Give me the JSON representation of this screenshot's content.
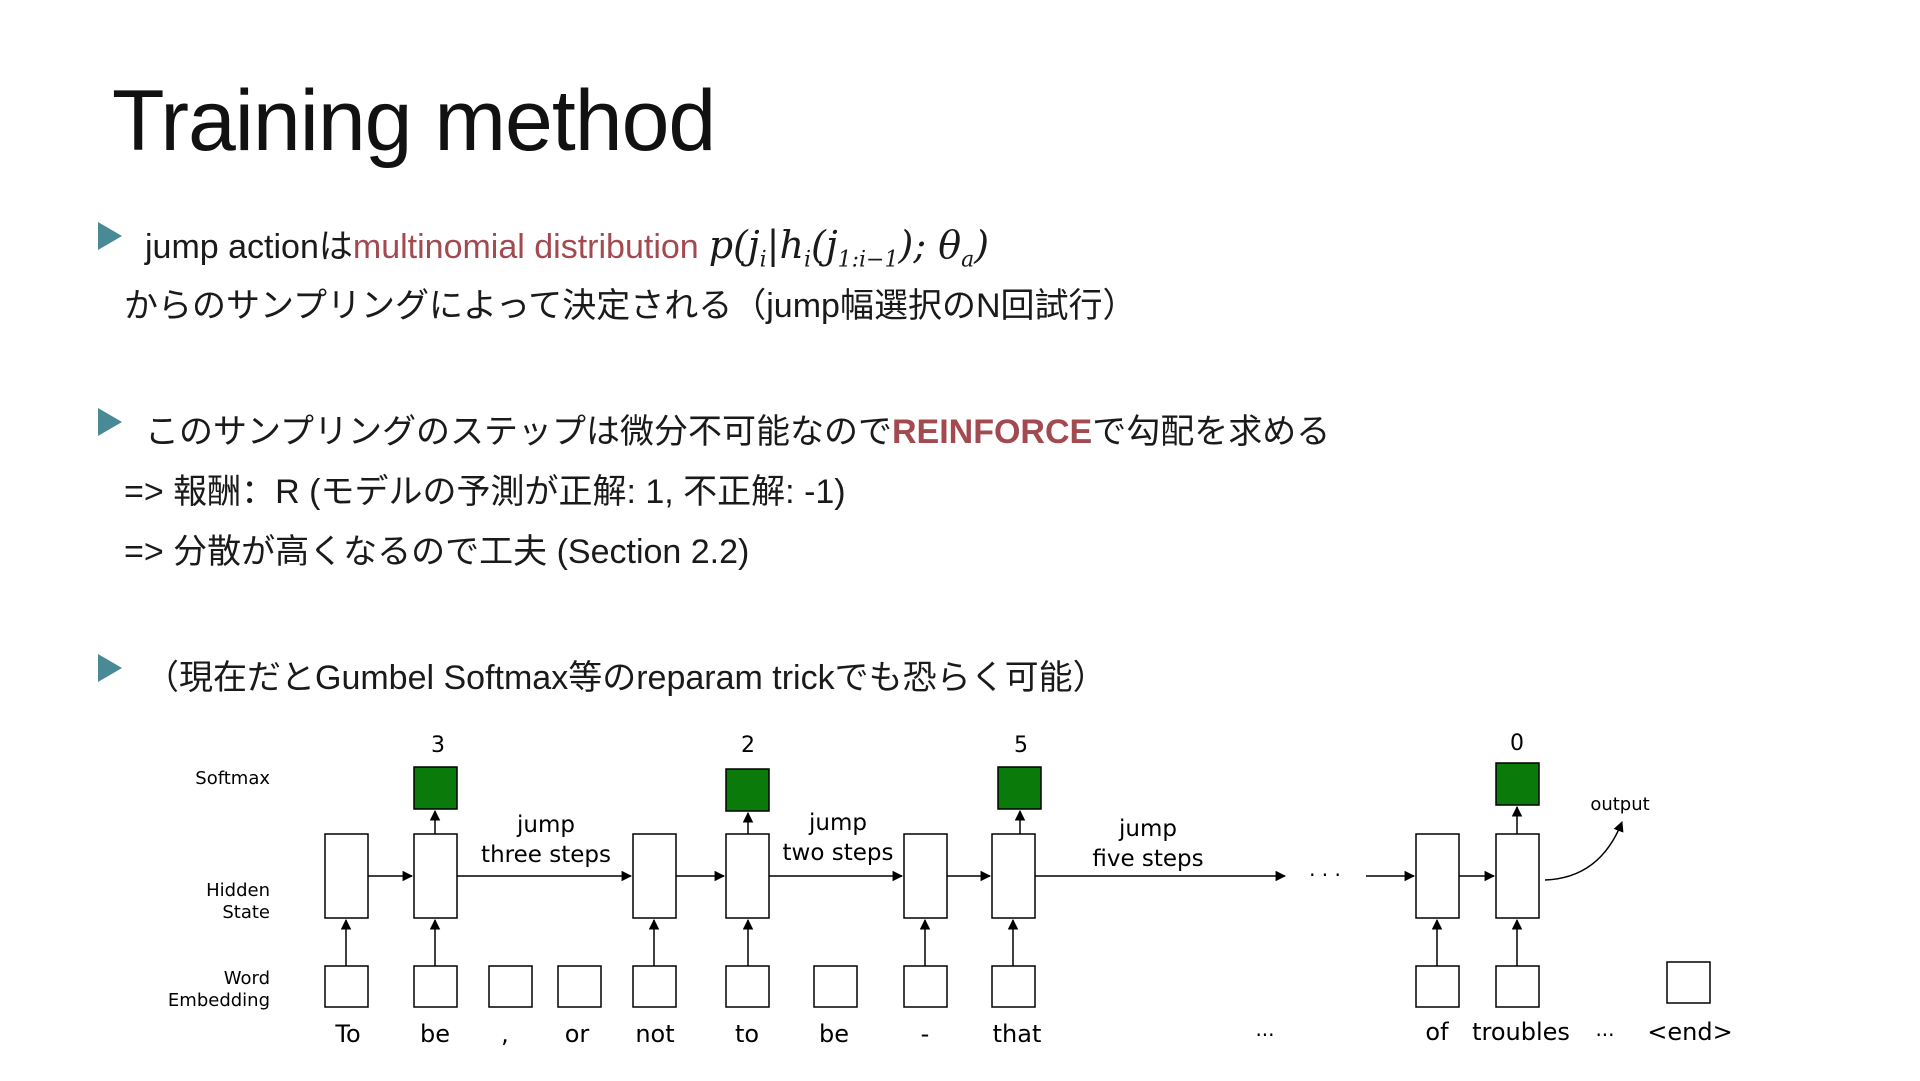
{
  "title": "Training method",
  "bullets": [
    {
      "line1_prefix": "jump actionは",
      "line1_highlight": "multinomial distribution",
      "formula": {
        "p": "p(j",
        "i1": "i",
        "mid": "|h",
        "i2": "i",
        "open": "(j",
        "range": "1:i−1",
        "close": "); θ",
        "a": "a",
        "end": ")"
      },
      "line2": "からのサンプリングによって決定される（jump幅選択のN回試行）"
    },
    {
      "line1_prefix": "このサンプリングのステップは微分不可能なので",
      "line1_highlight": "REINFORCE",
      "line1_suffix": "で勾配を求める",
      "sub1": "=> 報酬：R (モデルの予測が正解: 1, 不正解: -1)",
      "sub2": "=> 分散が高くなるので工夫 (Section 2.2)"
    },
    {
      "line1": "（現在だとGumbel Softmax等のreparam trickでも恐らく可能）"
    }
  ],
  "diagram": {
    "row_labels": {
      "softmax": "Softmax",
      "hidden1": "Hidden",
      "hidden2": "State",
      "word1": "Word",
      "word2": "Embedding"
    },
    "softmax_outputs": [
      "3",
      "2",
      "5",
      "0"
    ],
    "jump_labels": [
      {
        "top": "jump",
        "bottom": "three steps"
      },
      {
        "top": "jump",
        "bottom": "two steps"
      },
      {
        "top": "jump",
        "bottom": "five steps"
      }
    ],
    "ellipsis": "· · ·",
    "output_label": "output",
    "words": [
      "To",
      "be",
      ",",
      "or",
      "not",
      "to",
      "be",
      "-",
      "that",
      "...",
      "of",
      "troubles",
      "...",
      "<end>"
    ],
    "colors": {
      "softmax_fill": "#0a7a0a",
      "bullet": "#4a8a96",
      "highlight": "#a24a50"
    }
  }
}
